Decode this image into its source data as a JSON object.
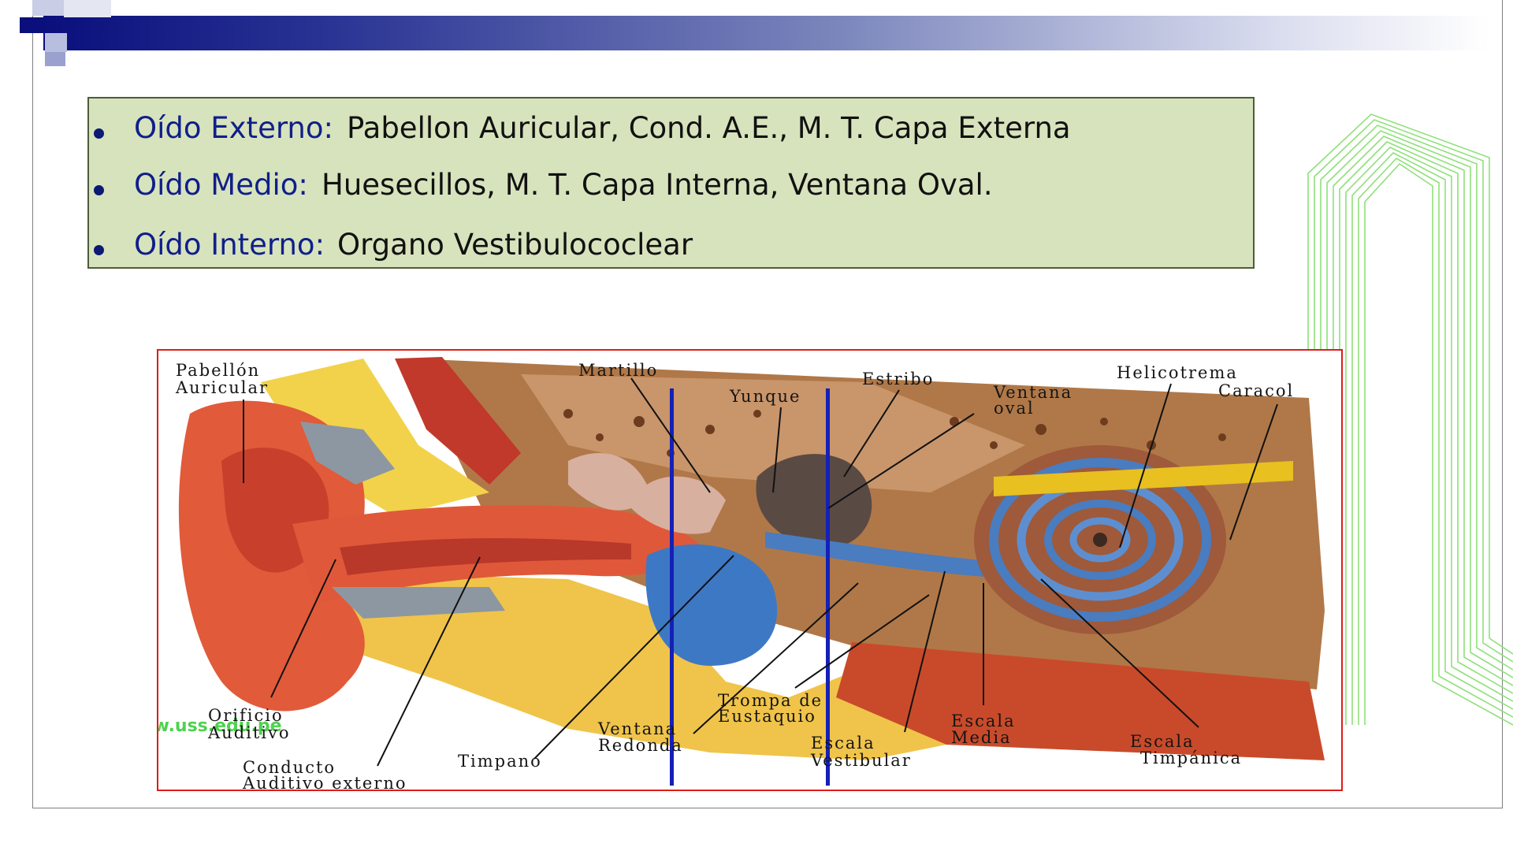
{
  "header": {
    "bar_color_start": "#0a0f7c",
    "bar_color_end": "#ffffff"
  },
  "bullets": [
    {
      "term": "Oído Externo:",
      "desc": "Pabellon Auricular, Cond. A.E., M. T. Capa Externa"
    },
    {
      "term": "Oído Medio:",
      "desc": "Huesecillos, M. T. Capa Interna,  Ventana Oval."
    },
    {
      "term": "Oído Interno:",
      "desc": "Organo Vestibulococlear"
    }
  ],
  "diagram": {
    "labels": {
      "pabellon": [
        "Pabellón",
        "Auricular"
      ],
      "martillo": "Martillo",
      "yunque": "Yunque",
      "estribo": "Estribo",
      "ventana_oval": [
        "Ventana",
        "oval"
      ],
      "helicotrema": "Helicotrema",
      "caracol": "Caracol",
      "orificio": [
        "Orificio",
        "Auditivo"
      ],
      "conducto": [
        "Conducto",
        "Auditivo externo"
      ],
      "timpano": "Timpano",
      "ventana_redonda": [
        "Ventana",
        "Redonda"
      ],
      "trompa": [
        "Trompa de",
        "Eustaquio"
      ],
      "escala_vestibular": [
        "Escala",
        "Vestibular"
      ],
      "escala_media": [
        "Escala",
        "Media"
      ],
      "escala_timpanica": [
        "Escala",
        "Timpánica"
      ]
    },
    "watermark": "www.uss.edu.pe",
    "accent_colors": {
      "frame": "#e01b1b",
      "divider": "#1420b8",
      "watermark": "#4ed24e",
      "box_fill": "#d7e3bc"
    }
  }
}
